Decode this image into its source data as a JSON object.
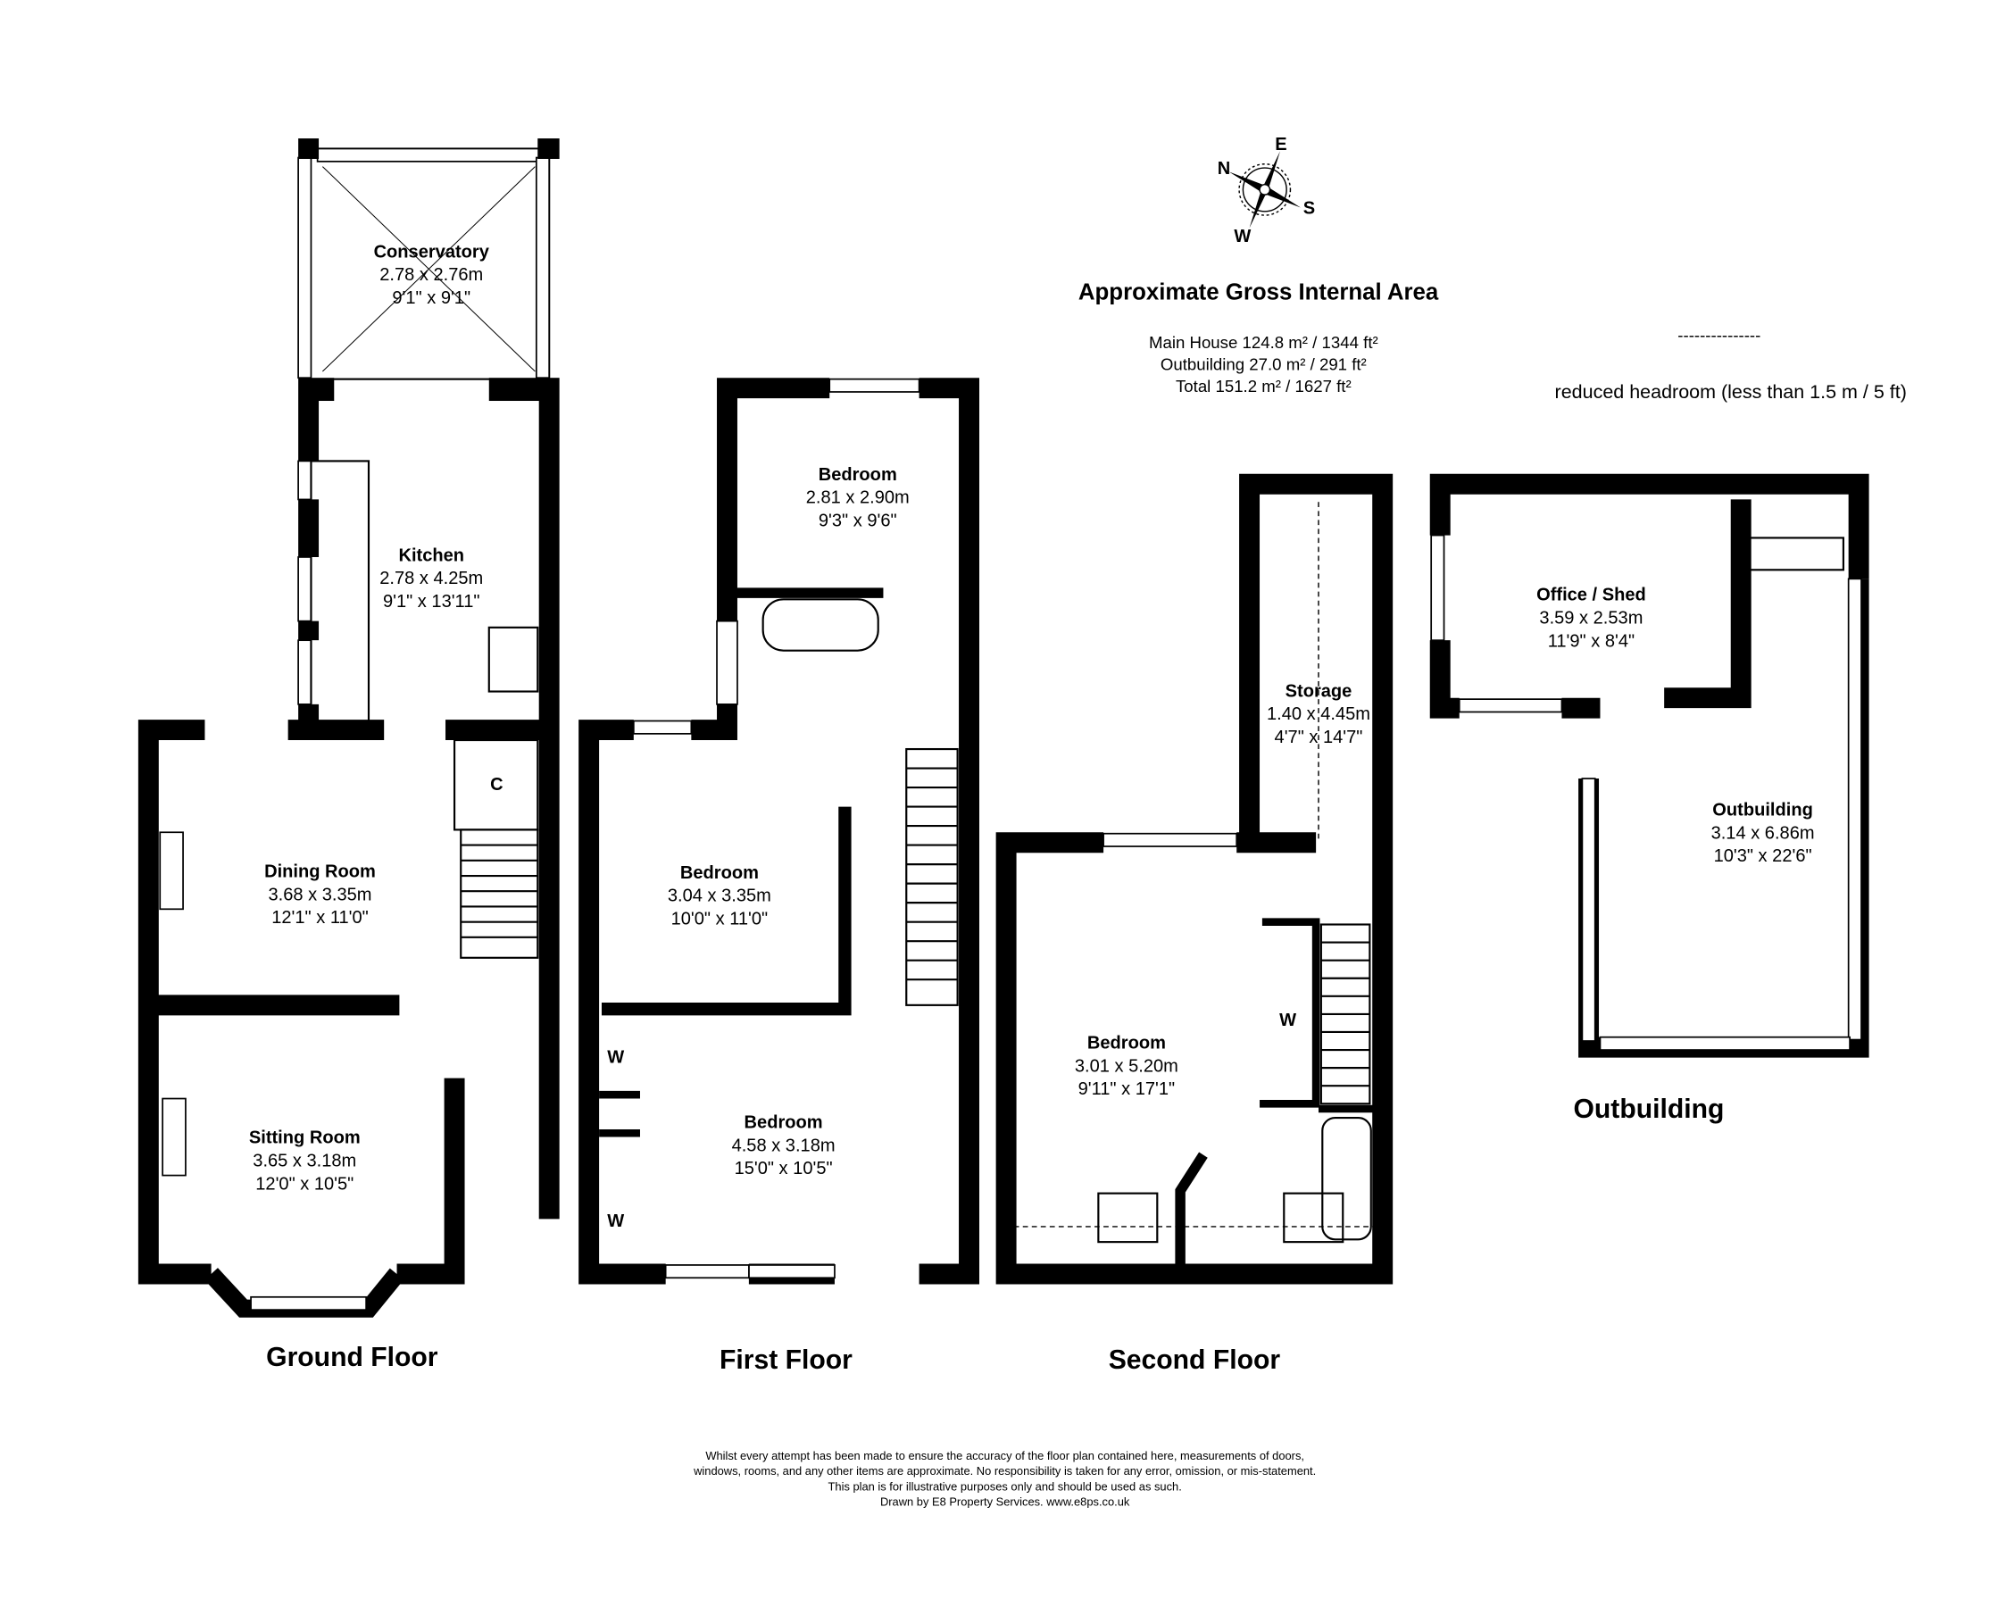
{
  "compass": {
    "n": "N",
    "e": "E",
    "s": "S",
    "w": "W"
  },
  "area": {
    "title": "Approximate Gross Internal Area",
    "main_house": "Main House 124.8 m² / 1344 ft²",
    "outbuilding": "Outbuilding 27.0 m² / 291 ft²",
    "total": "Total 151.2 m² / 1627 ft²"
  },
  "legend": {
    "line": "---------------",
    "label": "reduced headroom (less than 1.5 m / 5 ft)"
  },
  "ground_floor": {
    "label": "Ground Floor",
    "rooms": [
      {
        "name": "Conservatory",
        "metric": "2.78 x 2.76m",
        "imperial": "9'1\" x 9'1\""
      },
      {
        "name": "Kitchen",
        "metric": "2.78 x 4.25m",
        "imperial": "9'1\" x 13'11\""
      },
      {
        "name": "Dining Room",
        "metric": "3.68 x 3.35m",
        "imperial": "12'1\" x 11'0\""
      },
      {
        "name": "Sitting Room",
        "metric": "3.65 x 3.18m",
        "imperial": "12'0\" x 10'5\""
      }
    ],
    "cupboard": "C"
  },
  "first_floor": {
    "label": "First Floor",
    "rooms": [
      {
        "name": "Bedroom",
        "metric": "2.81 x 2.90m",
        "imperial": "9'3\" x 9'6\""
      },
      {
        "name": "Bedroom",
        "metric": "3.04 x 3.35m",
        "imperial": "10'0\" x 11'0\""
      },
      {
        "name": "Bedroom",
        "metric": "4.58 x 3.18m",
        "imperial": "15'0\" x 10'5\""
      }
    ],
    "wardrobe": "W"
  },
  "second_floor": {
    "label": "Second Floor",
    "rooms": [
      {
        "name": "Storage",
        "metric": "1.40 x 4.45m",
        "imperial": "4'7\" x 14'7\""
      },
      {
        "name": "Bedroom",
        "metric": "3.01 x 5.20m",
        "imperial": "9'11\" x 17'1\""
      }
    ],
    "wardrobe": "W"
  },
  "outbuilding": {
    "label": "Outbuilding",
    "rooms": [
      {
        "name": "Office / Shed",
        "metric": "3.59 x 2.53m",
        "imperial": "11'9\" x 8'4\""
      },
      {
        "name": "Outbuilding",
        "metric": "3.14 x 6.86m",
        "imperial": "10'3\" x 22'6\""
      }
    ]
  },
  "disclaimer": [
    "Whilst every attempt has been made to ensure the accuracy of the floor plan contained here, measurements of doors,",
    "windows, rooms, and any other items are approximate. No responsibility is taken for any error, omission, or mis-statement.",
    "This plan is for illustrative purposes only and should be used as such.",
    "Drawn by E8 Property Services. www.e8ps.co.uk"
  ]
}
